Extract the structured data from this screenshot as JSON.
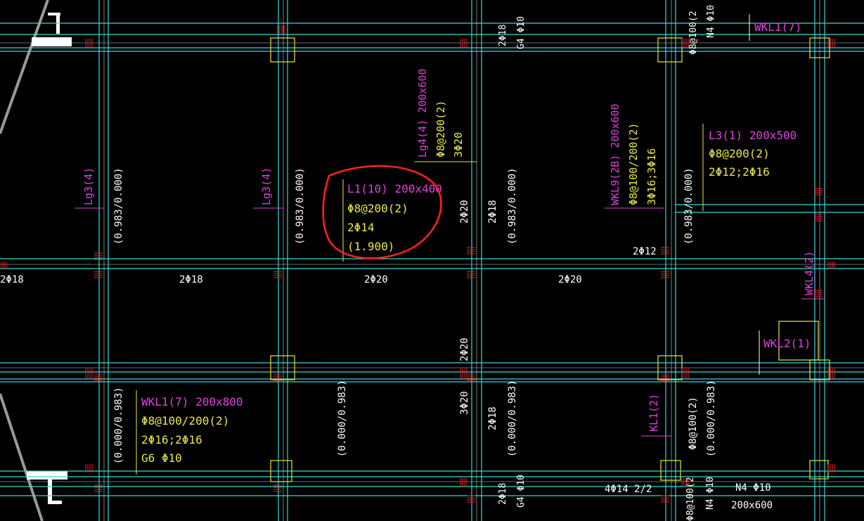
{
  "canvas": {
    "background": "#000000"
  },
  "colors": {
    "beam": "#38d8d8",
    "column": "#d8d838",
    "rebar": "#e8202a",
    "dim": "#ffffff",
    "annot_magenta": "#e040e0",
    "annot_yellow": "#e8e84a",
    "highlight": "#ff2020"
  },
  "labels": {
    "top_2phi18": "2Φ18",
    "top_g4": "G4 Φ10",
    "top_right_a": "Φ8@100(2",
    "top_right_b": "N4 Φ10",
    "wkl1_top": "WKL1(7)",
    "lg4_title": "Lg4(4) 200x600",
    "lg4_s1": "Φ8@200(2)",
    "lg4_s2": "3Φ20",
    "wkl9_title": "WKL9(2B) 200x600",
    "wkl9_s1": "Φ8@100/200(2)",
    "wkl9_s2": "3Φ16;3Φ16",
    "l3_title": "L3(1) 200x500",
    "l3_s1": "Φ8@200(2)",
    "l3_s2": "2Φ12;2Φ16",
    "lg3_left": "Lg3(4)",
    "lg3_mid": "Lg3(4)",
    "elev_1": "(0.983/0.000)",
    "elev_2": "(0.983/0.000)",
    "elev_3": "(0.983/0.000)",
    "elev_4": "(0.983/0.000)",
    "l1_title": "L1(10) 200x400",
    "l1_s1": "Φ8@200(2)",
    "l1_s2": "2Φ14",
    "l1_s3": "(1.900)",
    "v_2phi20_a": "2Φ20",
    "v_2phi18_a": "2Φ18",
    "t_2phi12": "2Φ12",
    "wkl4": "WKL4(2)",
    "row_1": "2Φ18",
    "row_2": "2Φ18",
    "row_3": "2Φ20",
    "row_4": "2Φ20",
    "wkl2": "WKL2(1)",
    "v_2phi20_b": "2Φ20",
    "elev_5": "(0.000/0.983)",
    "wkl1_title": "WKL1(7) 200x800",
    "wkl1_s1": "Φ8@100/200(2)",
    "wkl1_s2": "2Φ16;2Φ16",
    "wkl1_s3": "G6 Φ10",
    "elev_6": "(0.000/0.983)",
    "v_3phi20": "3Φ20",
    "v_2phi18_b": "2Φ18",
    "elev_7": "(0.000/0.983)",
    "kl1": "KL1(2)",
    "bot_right_a": "Φ8@100(2)",
    "elev_8": "(0.000/0.983)",
    "bot_2phi18": "2Φ18",
    "bot_g4": "G4 Φ10",
    "bot_4phi14": "4Φ14 2/2",
    "bot_right_b": "Φ8@100(2",
    "bot_n4a": "N4 Φ10",
    "bot_n4b": "N4 Φ10",
    "bot_size": "200x600"
  }
}
